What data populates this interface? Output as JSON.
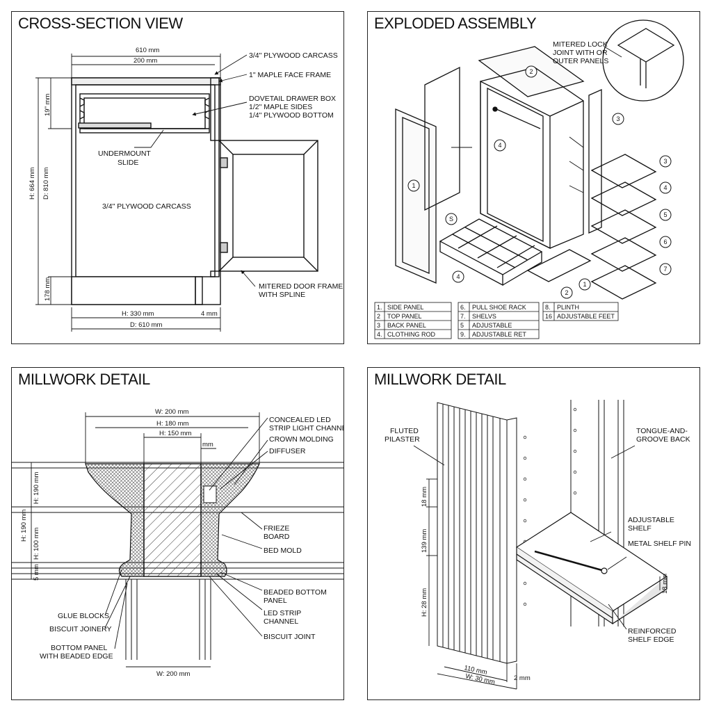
{
  "panels": {
    "cross_section": {
      "title": "CROSS-SECTION VIEW",
      "dims": {
        "w610": "610 mm",
        "w200": "200 mm",
        "h664": "H: 664 mm",
        "d810": "D: 810 mm",
        "h19": "19\" mm",
        "h178": "178 mm",
        "h330": "H: 330 mm",
        "d610": "D: 610 mm",
        "mm4": "4 mm"
      },
      "labels": {
        "ply_carcass_top": "3/4\" PLYWOOD CARCASS",
        "maple_face": "1\" MAPLE FACE FRAME",
        "dovetail_1": "DOVETAIL DRAWER BOX",
        "dovetail_2": "1/2\" MAPLE SIDES",
        "dovetail_3": "1/4\" PLYWOOD BOTTOM",
        "undermount_1": "UNDERMOUNT",
        "undermount_2": "SLIDE",
        "ply_carcass_mid": "3/4\" PLYWOOD CARCASS",
        "mitered_1": "MITERED DOOR FRAME",
        "mitered_2": "WITH SPLINE"
      }
    },
    "exploded": {
      "title": "EXPLODED ASSEMBLY",
      "callout_1": "MITERED LOCK",
      "callout_2": "JOINT WITH OR",
      "callout_3": "OUTER PANELS",
      "markers": [
        "1",
        "2",
        "3",
        "4",
        "S",
        "4",
        "2",
        "1",
        "3",
        "4",
        "5",
        "6",
        "7"
      ],
      "legend": [
        [
          "1.",
          "SIDE PANEL"
        ],
        [
          "2",
          "TOP PANEL"
        ],
        [
          "3",
          "BACK PANEL"
        ],
        [
          "4.",
          "CLOTHING ROD"
        ],
        [
          "6.",
          "PULL SHOE RACK"
        ],
        [
          "7.",
          "SHELVS"
        ],
        [
          "5",
          "ADJUSTABLE"
        ],
        [
          "9.",
          "ADJUSTABLE RET"
        ],
        [
          "8.",
          "PLINTH"
        ],
        [
          "16",
          "ADJUSTABLE FEET"
        ]
      ]
    },
    "millwork_left": {
      "title": "MILLWORK DETAIL",
      "dims": {
        "w200_top": "W: 200 mm",
        "h180": "H: 180 mm",
        "h150": "H: 150 mm",
        "mm": "mm",
        "h190a": "H: 190 mm",
        "h190b": "H: 190 mm",
        "h100": "H: 100 mm",
        "mm5": "5 mm",
        "w200_bot": "W: 200 mm"
      },
      "labels": {
        "led_1": "CONCEALED LED",
        "led_2": "STRIP LIGHT CHANNEL",
        "crown": "CROWN MOLDING",
        "diffuser": "DIFFUSER",
        "frieze_1": "FRIEZE",
        "frieze_2": "BOARD",
        "bed": "BED MOLD",
        "beaded_1": "BEADED BOTTOM",
        "beaded_2": "PANEL",
        "ledstrip_1": "LED STRIP",
        "ledstrip_2": "CHANNEL",
        "biscuit_joint": "BISCUIT JOINT",
        "glue": "GLUE BLOCKS",
        "biscuit_joinery": "BISCUIT JOINERY",
        "bottom_1": "BOTTOM PANEL",
        "bottom_2": "WITH BEADED EDGE"
      }
    },
    "millwork_right": {
      "title": "MILLWORK DETAIL",
      "dims": {
        "mm18": "18 mm",
        "mm139": "139 mm",
        "h28": "H: 28 mm",
        "mm110": "110 mm",
        "w30": "W: 30 mm",
        "mm2": "2 mm",
        "mm18b": "18 mm"
      },
      "labels": {
        "fluted_1": "FLUTED",
        "fluted_2": "PILASTER",
        "tongue_1": "TONGUE-AND-",
        "tongue_2": "GROOVE BACK",
        "adj_1": "ADJUSTABLE",
        "adj_2": "SHELF",
        "pin": "METAL SHELF PIN",
        "reinf_1": "REINFORCED",
        "reinf_2": "SHELF EDGE"
      }
    }
  }
}
